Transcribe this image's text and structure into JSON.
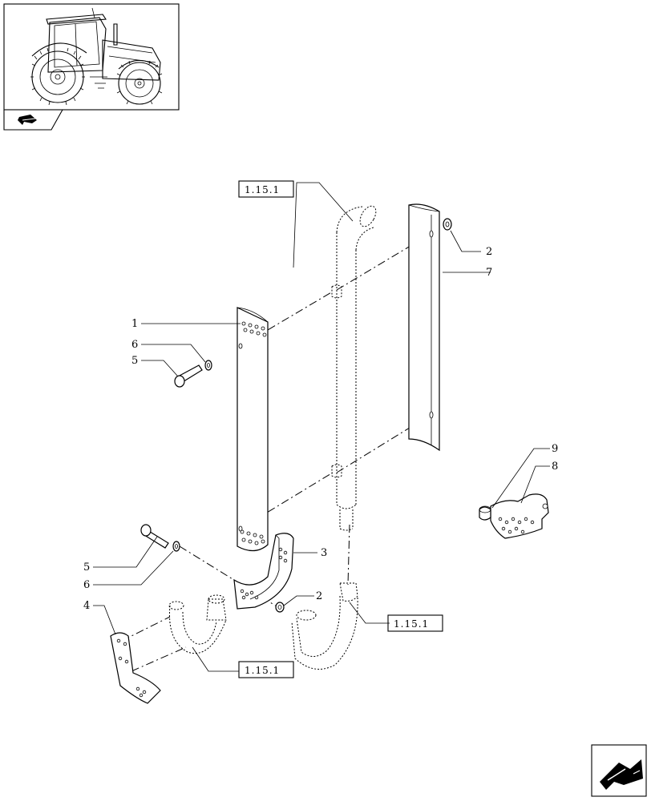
{
  "thumbnail": {
    "icon": "tractor-icon",
    "nav_icon": "arrow-back-icon"
  },
  "callouts": {
    "c1": "1",
    "c2a": "2",
    "c2b": "2",
    "c3": "3",
    "c4": "4",
    "c5a": "5",
    "c5b": "5",
    "c6a": "6",
    "c6b": "6",
    "c7": "7",
    "c8": "8",
    "c9": "9"
  },
  "references": {
    "ref_top": "1.15.1",
    "ref_right": "1.15.1",
    "ref_bottom": "1.15.1"
  },
  "footer": {
    "icon": "next-page-arrow-icon"
  }
}
